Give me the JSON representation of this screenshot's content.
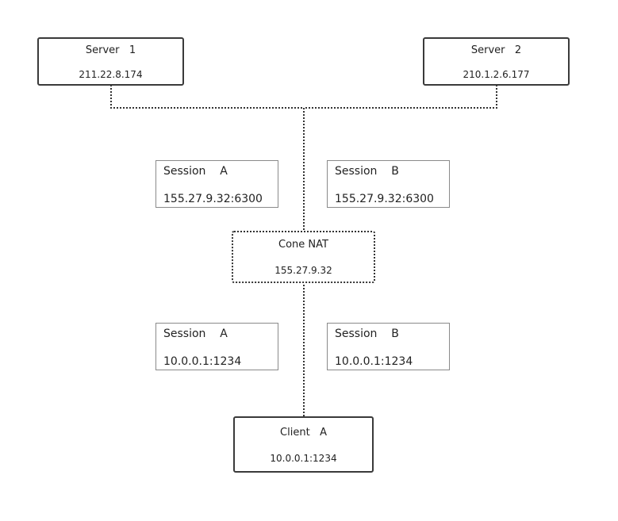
{
  "servers": [
    {
      "name": "Server   1",
      "ip": "211.22.8.174"
    },
    {
      "name": "Server   2",
      "ip": "210.1.2.6.177"
    }
  ],
  "nat": {
    "name": "Cone NAT",
    "ip": "155.27.9.32"
  },
  "client": {
    "name": "Client   A",
    "ip": "10.0.0.1:1234"
  },
  "sessions_public": [
    {
      "name": "Session    A",
      "addr": "155.27.9.32:6300"
    },
    {
      "name": "Session    B",
      "addr": "155.27.9.32:6300"
    }
  ],
  "sessions_private": [
    {
      "name": "Session    A",
      "addr": "10.0.0.1:1234"
    },
    {
      "name": "Session    B",
      "addr": "10.0.0.1:1234"
    }
  ],
  "colors": {
    "border": "#3a3a3a",
    "session_border": "#8a8a8a",
    "connector": "#333333"
  }
}
